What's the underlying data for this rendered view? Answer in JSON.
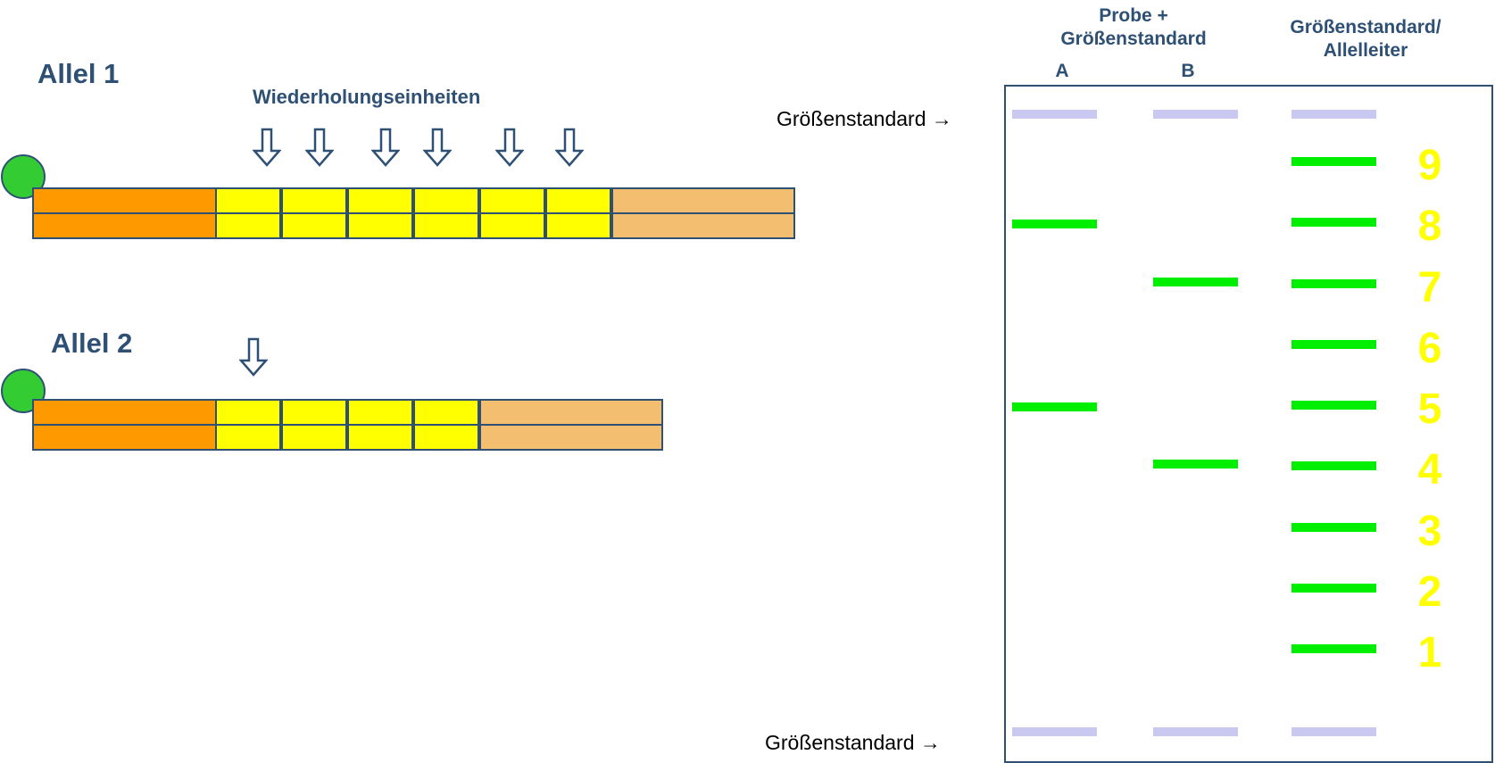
{
  "allele1": {
    "title": "Allel 1",
    "repeat_label": "Wiederholungseinheiten",
    "repeat_count": 6
  },
  "allele2": {
    "title": "Allel 2",
    "repeat_count": 4
  },
  "gel": {
    "header_sample": "Probe +\nGrößenstandard",
    "lane_a": "A",
    "lane_b": "B",
    "header_ladder": "Größenstandard/\nAllelleiter",
    "size_standard_label": "Größenstandard →",
    "ladder_numbers": [
      "9",
      "8",
      "7",
      "6",
      "5",
      "4",
      "3",
      "2",
      "1"
    ],
    "lane_a_alleles": [
      8,
      5
    ],
    "lane_b_alleles": [
      7,
      4
    ]
  },
  "colors": {
    "text_blue": "#2f5075",
    "dye": "#33cc33",
    "flank_left": "#ff9900",
    "repeat": "#ffff00",
    "flank_right": "#f4be70",
    "band": "#00ee00",
    "size_standard_band": "#c8c8f0",
    "ladder_number": "#ffff00"
  }
}
